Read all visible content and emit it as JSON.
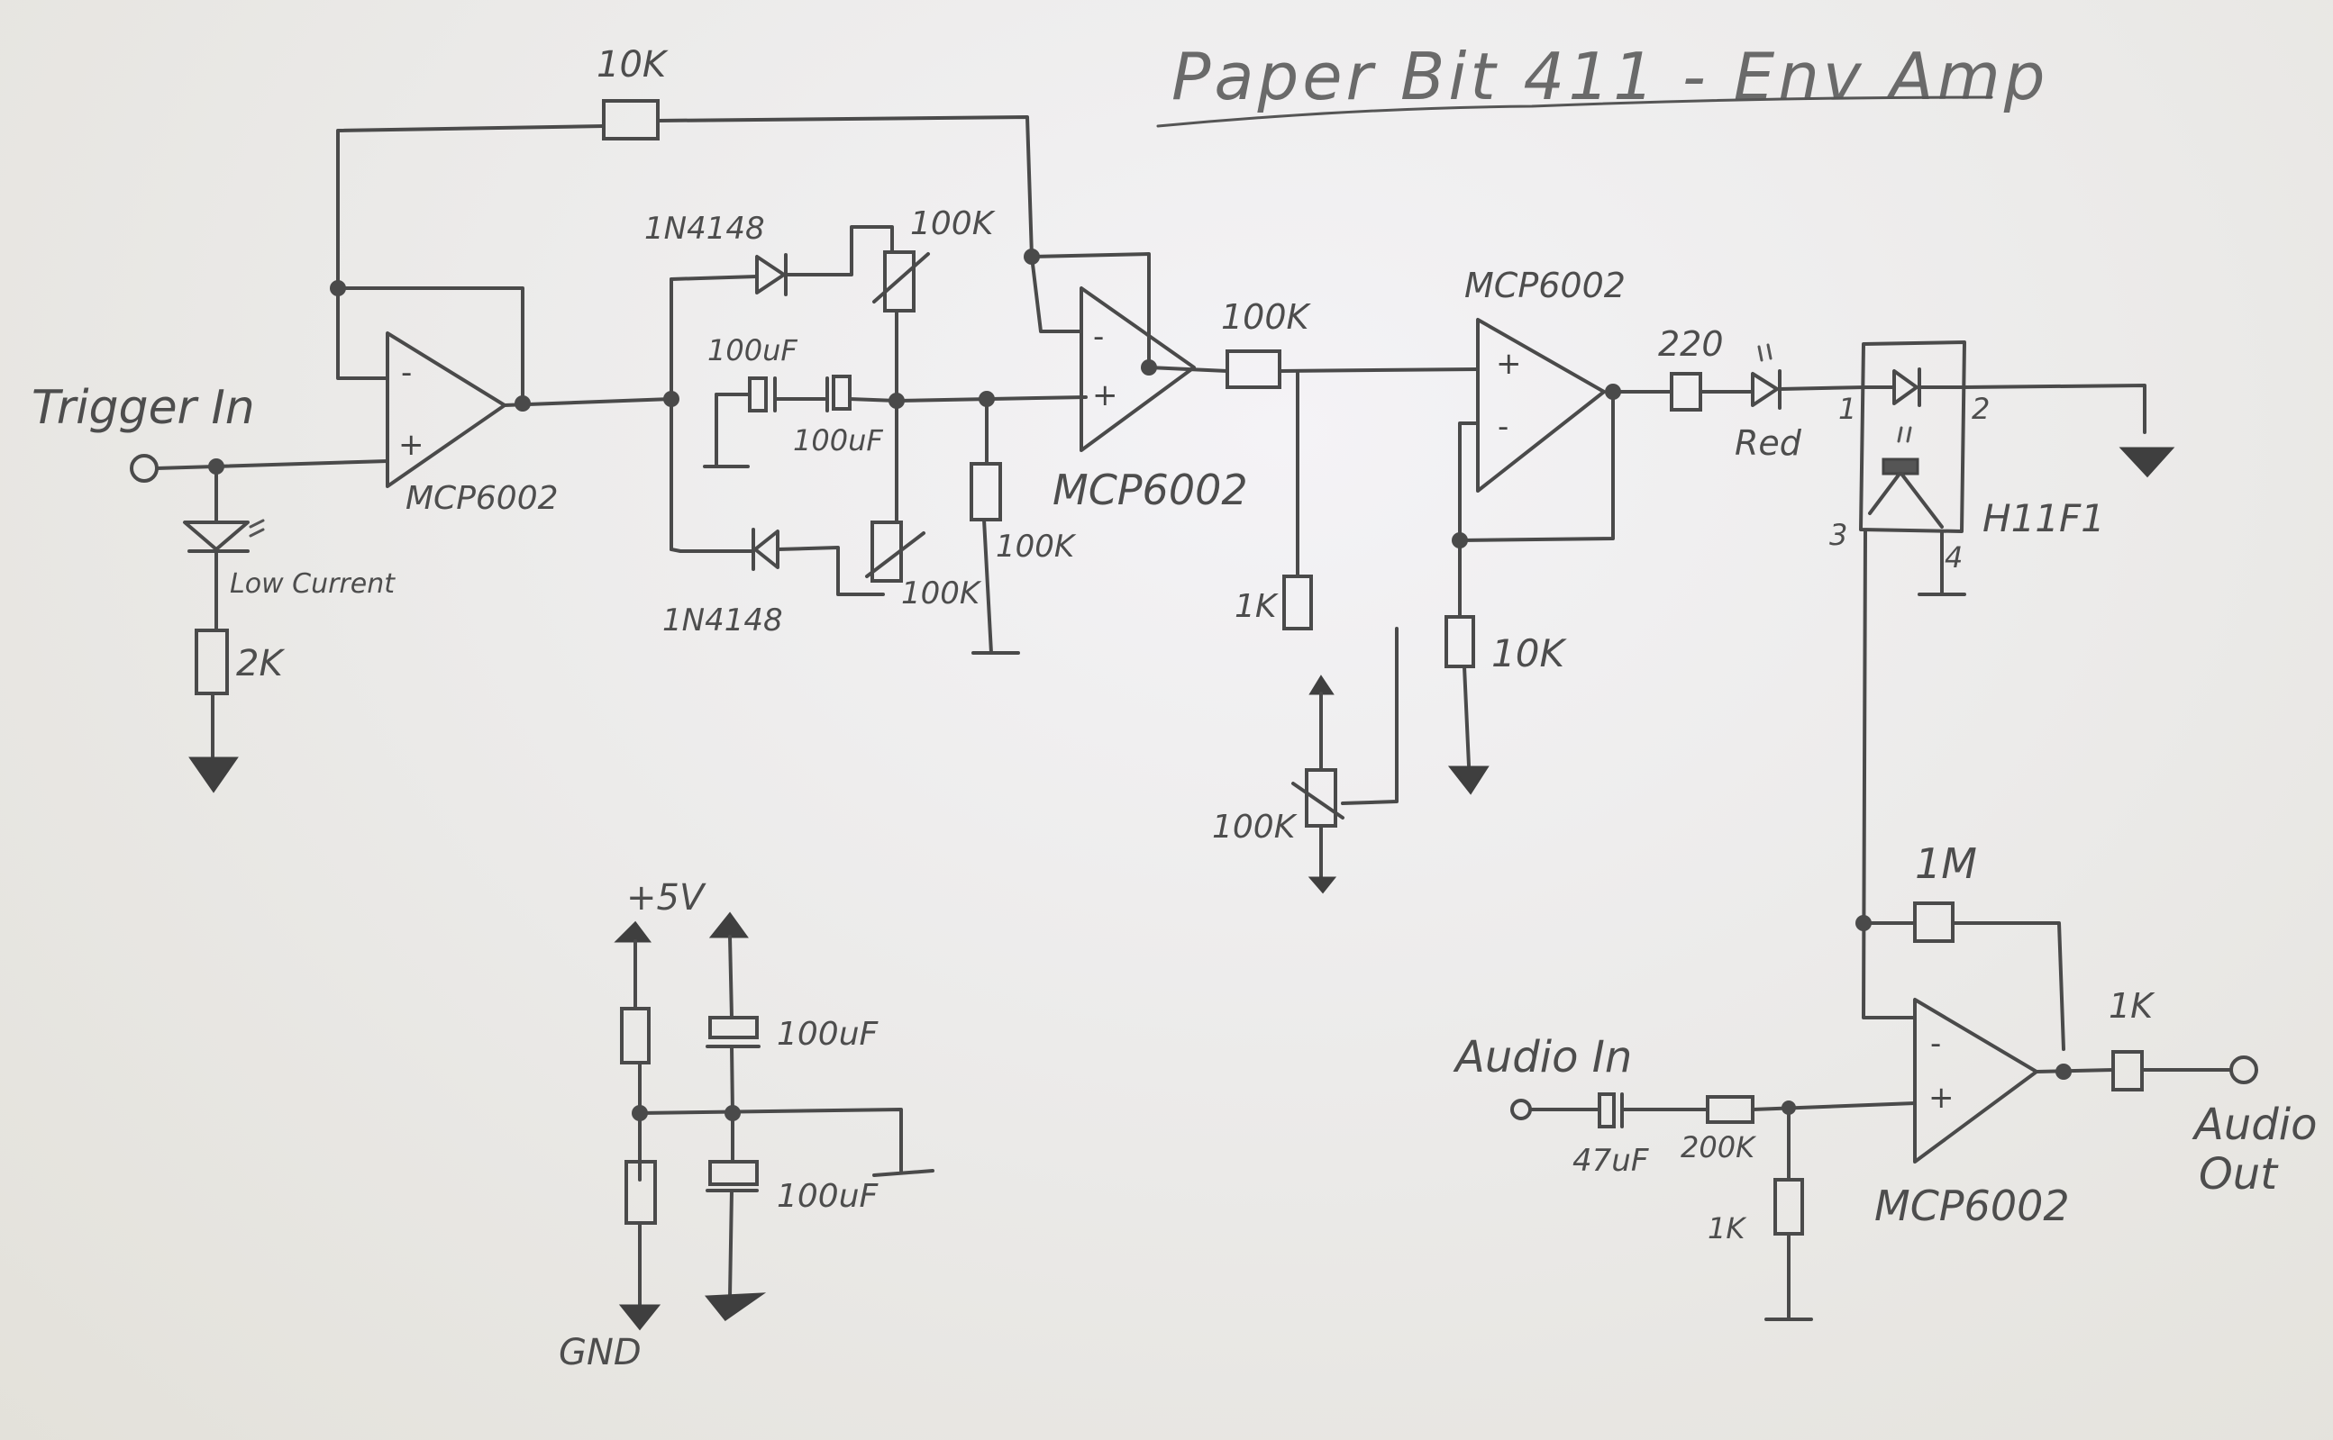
{
  "title": "Paper Bit 411 - Env Amp",
  "labels": {
    "trigger_in": "Trigger In",
    "audio_in": "Audio In",
    "audio_out_line1": "Audio",
    "audio_out_line2": "Out",
    "plus5v": "+5V",
    "gnd": "GND",
    "low_current": "Low Current",
    "red": "Red",
    "h11f1": "H11F1",
    "pin1": "1",
    "pin2": "2",
    "pin3": "3",
    "pin4": "4"
  },
  "opamps": {
    "u1": "MCP6002",
    "u2": "MCP6002",
    "u3": "MCP6002",
    "u4": "MCP6002"
  },
  "components": {
    "r_feedback_top": "10K",
    "r_trig_2k": "2K",
    "d_top": "1N4148",
    "d_bottom": "1N4148",
    "pot_top": "100K",
    "pot_bottom": "100K",
    "c_top": "100uF",
    "c_bottom": "100uF",
    "r_pulldown": "100K",
    "r_series": "100K",
    "r_1k_mid": "1K",
    "pot_trim": "100K",
    "r_10k": "10K",
    "r_220": "220",
    "r_1m": "1M",
    "r_out_1k": "1K",
    "c_47": "47uF",
    "r_200k": "200K",
    "r_in_1k": "1K",
    "c_ps_top": "100uF",
    "c_ps_bottom": "100uF"
  },
  "signs": {
    "plus": "+",
    "minus": "-"
  }
}
